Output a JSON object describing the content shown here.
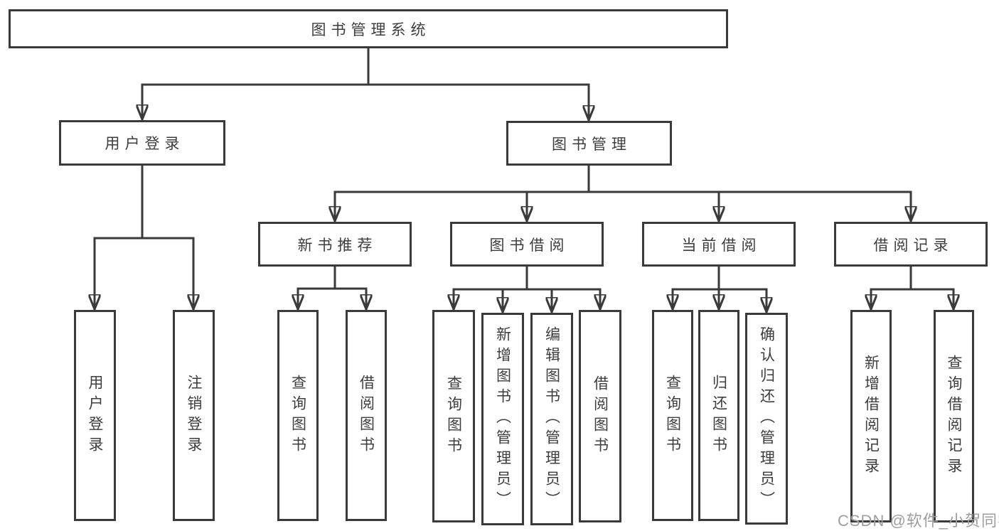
{
  "diagram": {
    "root": {
      "label": "图书管理系统"
    },
    "branches": [
      {
        "label": "用户登录",
        "children": [
          {
            "label": "用户登录"
          },
          {
            "label": "注销登录"
          }
        ]
      },
      {
        "label": "图书管理",
        "children": [
          {
            "label": "新书推荐",
            "children": [
              {
                "label": "查询图书"
              },
              {
                "label": "借阅图书"
              }
            ]
          },
          {
            "label": "图书借阅",
            "children": [
              {
                "label": "查询图书"
              },
              {
                "label": "新增图书（管理员）"
              },
              {
                "label": "编辑图书（管理员）"
              },
              {
                "label": "借阅图书"
              }
            ]
          },
          {
            "label": "当前借阅",
            "children": [
              {
                "label": "查询图书"
              },
              {
                "label": "归还图书"
              },
              {
                "label": "确认归还（管理员）"
              }
            ]
          },
          {
            "label": "借阅记录",
            "children": [
              {
                "label": "新增借阅记录"
              },
              {
                "label": "查询借阅记录"
              }
            ]
          }
        ]
      }
    ]
  },
  "watermark": {
    "text": "CSDN @软件_小贺同学"
  },
  "colors": {
    "line": "#3a3a3a",
    "box_border": "#3a3a3a",
    "text": "#3d3d3d",
    "watermark": "#9e9e9e",
    "background": "#ffffff"
  }
}
